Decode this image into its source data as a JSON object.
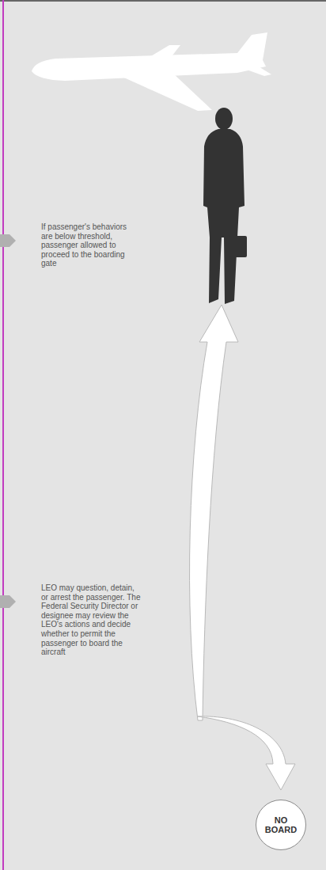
{
  "diagram": {
    "nodes": [
      {
        "text": [
          "NO BOARD"
        ]
      }
    ],
    "labels": [
      "If passenger's behaviors are below threshold, passenger allowed to proceed to the boarding gate",
      "LEO may question, detain, or arrest the passenger. The Federal Security Director or designee may review the LEO's actions and decide whether to permit the passenger to board the aircraft"
    ]
  }
}
